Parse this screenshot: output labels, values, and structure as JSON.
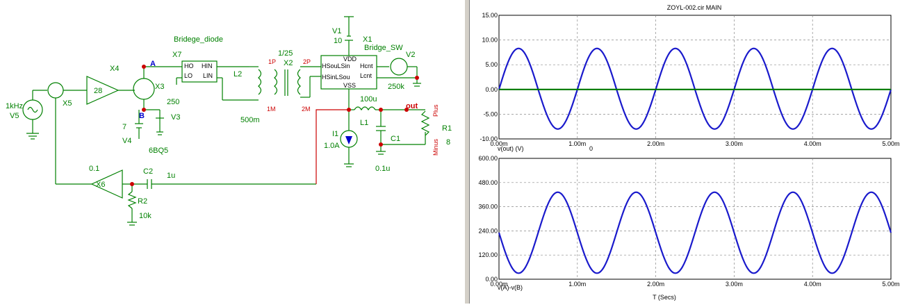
{
  "schematic": {
    "labels": {
      "v5_freq": "1kHz",
      "v5": "V5",
      "x5": "X5",
      "x4": "X4",
      "x4_gain": "28",
      "x3": "X3",
      "tube": "6BQ5",
      "v3_val": "250",
      "v3": "V3",
      "v4_val": "7",
      "v4": "V4",
      "x7": "X7",
      "bridge_diode": "Bridege_diode",
      "ho": "HO",
      "hin": "HIN",
      "lo": "LO",
      "lin": "LIN",
      "node_a": "A",
      "node_b": "B",
      "l2": "L2",
      "l2_val": "500m",
      "ratio": "1/25",
      "x2": "X2",
      "p1": "1P",
      "m1": "1M",
      "p2": "2P",
      "m2": "2M",
      "v1": "V1",
      "v1_val": "10",
      "x1": "X1",
      "bridge_sw": "Bridge_SW",
      "vdd": "VDD",
      "hsoulsin": "HSouLSin",
      "hsinlsou": "HSinLSou",
      "hcnt": "Hcnt",
      "lcnt": "Lcnt",
      "vss": "VSS",
      "v2": "V2",
      "v2_val": "250k",
      "l1_val": "100u",
      "l1": "L1",
      "out": "out",
      "plus": "Plus",
      "minus": "Minus",
      "r1": "R1",
      "r1_val": "8",
      "c1": "C1",
      "c1_val": "0.1u",
      "i1": "I1",
      "i1_val": "1.0A",
      "x6_gain": "0.1",
      "x6": "X6",
      "c2": "C2",
      "c2_val": "1u",
      "r2": "R2",
      "r2_val": "10k"
    }
  },
  "plot": {
    "title": "ZOYL-002.cir MAIN",
    "xlabel": "T (Secs)",
    "trace_colors": {
      "vout": "#1a1acc",
      "zero": "#007700",
      "vab": "#1a1acc"
    },
    "x_ticks": [
      "0.00m",
      "1.00m",
      "2.00m",
      "3.00m",
      "4.00m",
      "5.00m"
    ],
    "top_panel": {
      "trace_label": "v(out) (V)",
      "cursor_value": "0",
      "y_ticks": [
        "15.00",
        "10.00",
        "5.00",
        "0.00",
        "-5.00",
        "-10.00"
      ]
    },
    "bottom_panel": {
      "trace_label": "v(A)-v(B)",
      "y_ticks": [
        "600.00",
        "480.00",
        "360.00",
        "240.00",
        "120.00",
        "0.00"
      ]
    }
  },
  "chart_data": [
    {
      "type": "line",
      "title": "ZOYL-002.cir MAIN",
      "xlabel": "",
      "ylabel": "v(out) (V)",
      "xlim": [
        0,
        5.0
      ],
      "ylim": [
        -10,
        15
      ],
      "x_unit": "m",
      "series": [
        {
          "name": "v(out) (V)",
          "x": [
            0,
            0.125,
            0.25,
            0.375,
            0.5,
            0.625,
            0.75,
            0.875,
            1.0,
            1.25,
            1.5,
            1.75,
            2.0,
            2.25,
            2.5,
            2.75,
            3.0,
            3.25,
            3.5,
            3.75,
            4.0,
            4.25,
            4.5,
            4.75,
            5.0
          ],
          "y": [
            0,
            5.8,
            8.3,
            5.8,
            0,
            -5.8,
            -8.0,
            -5.8,
            0,
            8.3,
            0,
            -8.0,
            0,
            8.3,
            0,
            -8.0,
            0,
            8.3,
            0,
            -8.0,
            0,
            8.3,
            0,
            -8.0,
            0
          ]
        },
        {
          "name": "",
          "x": [
            0,
            5.0
          ],
          "y": [
            0,
            0
          ]
        }
      ]
    },
    {
      "type": "line",
      "xlabel": "T (Secs)",
      "ylabel": "v(A)-v(B)",
      "xlim": [
        0,
        5.0
      ],
      "ylim": [
        0,
        600
      ],
      "x_unit": "m",
      "series": [
        {
          "name": "v(A)-v(B)",
          "x": [
            0,
            0.25,
            0.75,
            1.25,
            1.75,
            2.25,
            2.75,
            3.25,
            3.75,
            4.25,
            4.75,
            5.0
          ],
          "y": [
            240,
            30,
            432,
            30,
            432,
            30,
            432,
            30,
            432,
            30,
            432,
            240
          ]
        }
      ]
    }
  ]
}
